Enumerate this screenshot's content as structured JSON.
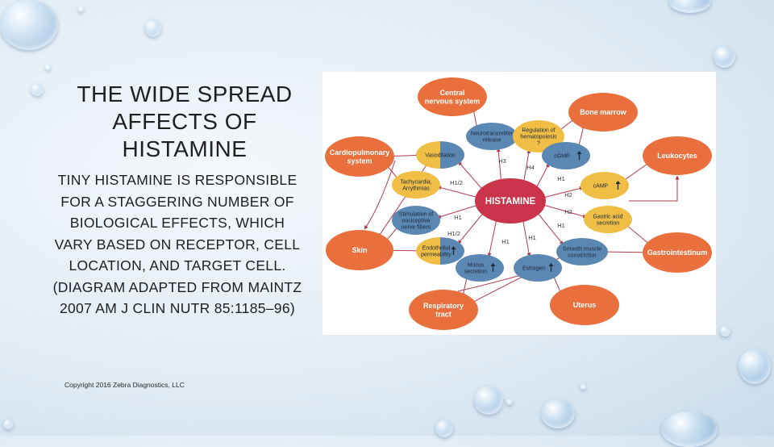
{
  "slide": {
    "title": "THE WIDE SPREAD AFFECTS OF HISTAMINE",
    "body": "TINY HISTAMINE IS RESPONSIBLE FOR A STAGGERING NUMBER OF BIOLOGICAL EFFECTS, WHICH VARY BASED ON RECEPTOR, CELL LOCATION, AND TARGET CELL. (DIAGRAM ADAPTED FROM MAINTZ 2007 AM J CLIN NUTR 85:1185–96)",
    "copyright": "Copyright 2016 Zebra Diagnostics, LLC"
  },
  "diagram": {
    "center": "HISTAMINE",
    "colors": {
      "orange": "#e9703c",
      "blue": "#5b87b3",
      "yellow": "#f0be45",
      "red": "#c9344a",
      "arrow": "#b03a4e"
    },
    "organs": [
      {
        "id": "cns",
        "line1": "Central",
        "line2": "nervous system"
      },
      {
        "id": "bone",
        "line1": "Bone marrow",
        "line2": ""
      },
      {
        "id": "cardio",
        "line1": "Cardiopulmonary",
        "line2": "system"
      },
      {
        "id": "leuko",
        "line1": "Leukocytes",
        "line2": ""
      },
      {
        "id": "skin",
        "line1": "Skin",
        "line2": ""
      },
      {
        "id": "gastro",
        "line1": "Gastrointestinum",
        "line2": ""
      },
      {
        "id": "resp",
        "line1": "Respiratory",
        "line2": "tract"
      },
      {
        "id": "uterus",
        "line1": "Uterus",
        "line2": ""
      }
    ],
    "effects": [
      {
        "id": "neuro",
        "lines": [
          "Neurotransmitter",
          "release"
        ]
      },
      {
        "id": "reg",
        "lines": [
          "Regulation of",
          "hematopoiesis",
          "?"
        ]
      },
      {
        "id": "vaso",
        "lines": [
          "Vasodilation"
        ]
      },
      {
        "id": "cgmp",
        "lines": [
          "cGMP"
        ]
      },
      {
        "id": "tachy",
        "lines": [
          "Tachycardia,",
          "Arrythmias"
        ]
      },
      {
        "id": "camp",
        "lines": [
          "cAMP"
        ]
      },
      {
        "id": "stim",
        "lines": [
          "Stimulation of",
          "nociceptive",
          "nerve fibers"
        ]
      },
      {
        "id": "gastric",
        "lines": [
          "Gastric acid",
          "secretion"
        ]
      },
      {
        "id": "endo",
        "lines": [
          "Endothelial",
          "permeability"
        ]
      },
      {
        "id": "smooth",
        "lines": [
          "Smooth muscle",
          "constriction"
        ]
      },
      {
        "id": "mucus",
        "lines": [
          "Mucus",
          "secretion"
        ]
      },
      {
        "id": "estro",
        "lines": [
          "Estrogen"
        ]
      }
    ],
    "receptor_labels": [
      "H3",
      "H4",
      "H1",
      "H2",
      "H1/2",
      "H1",
      "H2",
      "H1",
      "H1/2",
      "H1",
      "H1"
    ]
  }
}
